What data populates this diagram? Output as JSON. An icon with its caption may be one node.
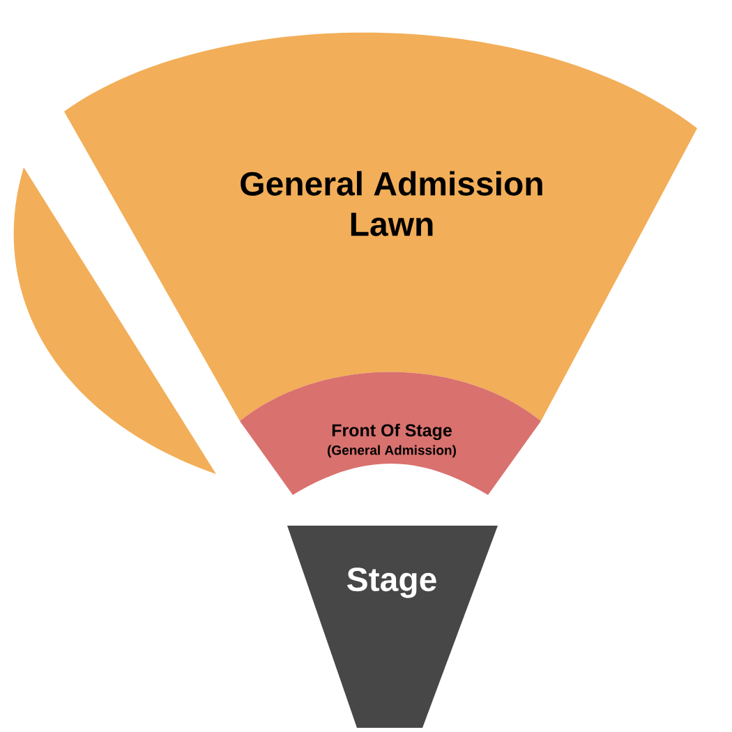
{
  "diagram": {
    "nodes": [
      {
        "text": [
          "General Admission Lawn"
        ]
      },
      {
        "text": [],
        "shape": "sector"
      },
      {
        "text": [
          "Front Of Stage",
          "(General Admission)"
        ]
      },
      {
        "text": [
          "Stage"
        ]
      }
    ],
    "edges": []
  }
}
